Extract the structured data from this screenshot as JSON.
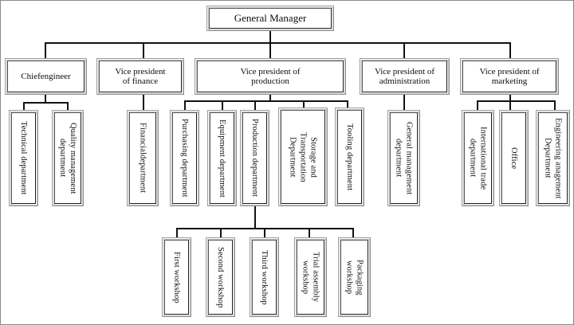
{
  "chart": {
    "type": "org-chart",
    "title": "General Manager",
    "orientation": "top-down",
    "levels": 4,
    "colors": {
      "box_border": "#1a1a1a",
      "box_shadow": "#8f8f8f",
      "line": "#111111",
      "background": "#ffffff"
    }
  },
  "level1": {
    "general_manager": "General Manager"
  },
  "level2": {
    "chief_engineer": "Chiefengineer",
    "vp_finance": "Vice president\nof finance",
    "vp_production": "Vice president of\nproduction",
    "vp_administration": "Vice president of\nadministration",
    "vp_marketing": "Vice president of\nmarketing"
  },
  "level3": {
    "technical": "Technical department",
    "quality": "Quality management\ndepartment",
    "financial": "Financialdepartment",
    "purchasing": "Purchasing department",
    "equipment": "Equipment department",
    "production": "Production department",
    "storage_transport": "Storage and\nTransportation\nDepartment",
    "tooling": "Tooling department",
    "general_management": "General management\ndepartment",
    "international_trade": "International trade\ndepartment",
    "office": "Office",
    "engineering_management": "Engineering  anagement\nDepartment"
  },
  "level4": {
    "first_workshop": "First workshop",
    "second_workshop": "Second workshop",
    "third_workshop": "Third workshop",
    "trial_assembly": "Trial assembly\nworkshop",
    "packaging": "Packaging\nworkshop"
  }
}
